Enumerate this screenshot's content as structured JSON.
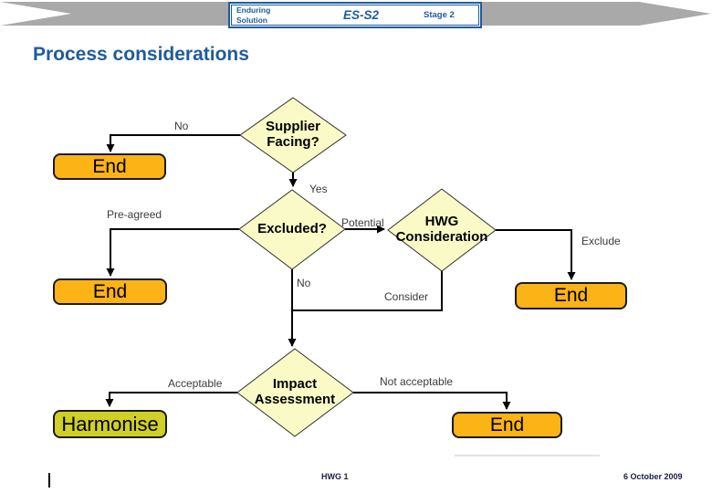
{
  "slide": {
    "banner": {
      "program_line1": "Enduring",
      "program_line2": "Solution",
      "code": "ES-S2",
      "stage": "Stage 2"
    },
    "title": "Process considerations",
    "footer": {
      "slide_label": "HWG 1",
      "date": "6 October 2009"
    }
  },
  "flowchart": {
    "decisions": {
      "supplier_facing": {
        "line1": "Supplier",
        "line2": "Facing?"
      },
      "excluded": {
        "line1": "Excluded?"
      },
      "hwg_consideration": {
        "line1": "HWG",
        "line2": "Consideration"
      },
      "impact_assessment": {
        "line1": "Impact",
        "line2": "Assessment"
      }
    },
    "nodes": {
      "end_top_left": "End",
      "end_mid_left": "End",
      "end_mid_right": "End",
      "end_bottom_right": "End",
      "harmonise": "Harmonise"
    },
    "edge_labels": {
      "no_supplier": "No",
      "yes": "Yes",
      "pre_agreed": "Pre-agreed",
      "potential": "Potential",
      "exclude": "Exclude",
      "no_excluded": "No",
      "consider": "Consider",
      "acceptable": "Acceptable",
      "not_acceptable": "Not acceptable"
    }
  },
  "colors": {
    "accent_blue": "#1F5C9B",
    "band_gray": "#A9A9A9",
    "diamond_fill": "#FAFAC6",
    "end_fill": "#FCB316",
    "harmonise_fill": "#CFCF26",
    "connector": "#000000"
  }
}
